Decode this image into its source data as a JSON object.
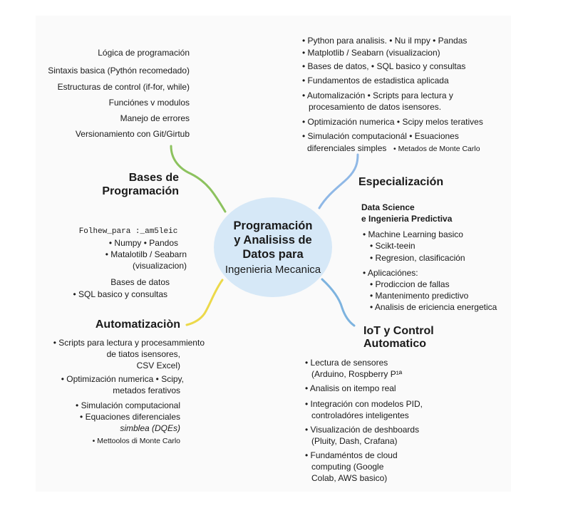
{
  "center": {
    "title_lines": [
      "Programación",
      "y Analisiss de",
      "Datos para"
    ],
    "subtitle": "Ingenieria Mecanica"
  },
  "bases": {
    "heading_lines": [
      "Bases de",
      "Programación"
    ],
    "items": [
      "Lógica de programación",
      "Sintaxis basica (Pythón recomedado)",
      "Estructuras de control (if-for, while)",
      "Funciónes v modulos",
      "Manejo de errores",
      "Versionamiento con Git/Girtub"
    ]
  },
  "left_middle": {
    "items": [
      "Folhew_para :_am5leic",
      "• Numpy • Pandos",
      "• Matalotilb / Seabarn",
      "(visualizacion)",
      "Bases de datos",
      "• SQL basico y consultas"
    ]
  },
  "automatizacion": {
    "heading": "Automatizaciòn",
    "items": [
      "• Scripts para lectura y procesammiento",
      "de tiatos isensores,",
      "CSV Excel)",
      "• Optimización numerica • Scipy,",
      "metados ferativos",
      "• Simulación computacional",
      "• Equaciones diferenciales",
      "simblea (DQEs)",
      "• Mettoolos di Monte Carlo"
    ]
  },
  "top_right": {
    "items": [
      "• Python para analisis.  • Nu il mpy  • Pandas",
      "• Matplotlib / Seabarn (visualizacion)",
      "• Bases de datos, • SQL basico y consultas",
      "• Fundamentos de estadistica aplicada",
      "• Automalización • Scripts para lectura y",
      "procesamiento de datos isensores.",
      "• Optimización numerica • Scipy melos teratives",
      "• Simulación computacionál • Esuaciones",
      "diferenciales simples",
      "• Metados de Monte Carlo"
    ]
  },
  "especializacion": {
    "heading": "Especialización",
    "group_lines": [
      "Data Science",
      "e Ingenieria Predictiva"
    ],
    "items": [
      "• Machine Learning basico",
      "• Scikt-teein",
      "• Regresion, clasificación",
      "• Aplicaciónes:",
      "• Prodiccion de fallas",
      "• Mantenimento predictivo",
      "• Analisis de ericiencia energetica"
    ]
  },
  "iot": {
    "heading_lines": [
      "IoT y Control",
      "Automatico"
    ],
    "items": [
      "• Lectura de sensores",
      "(Arduino, Rospberry P¹ª",
      "• Analisis on itempo real",
      "• Integración con modelos PID,",
      "controladóres inteligentes",
      "• Visualización de deshboards",
      "(Pluity, Dash, Crafana)",
      "• Fundaméntos de cloud",
      "computing (Google",
      "Colab, AWS basico)"
    ]
  },
  "colors": {
    "center_fill": "#d6e8f7",
    "link_green": "#8cc25e",
    "link_yellow": "#ecd94a",
    "link_blue": "#8fb8e6",
    "link_blue2": "#7db3df"
  }
}
